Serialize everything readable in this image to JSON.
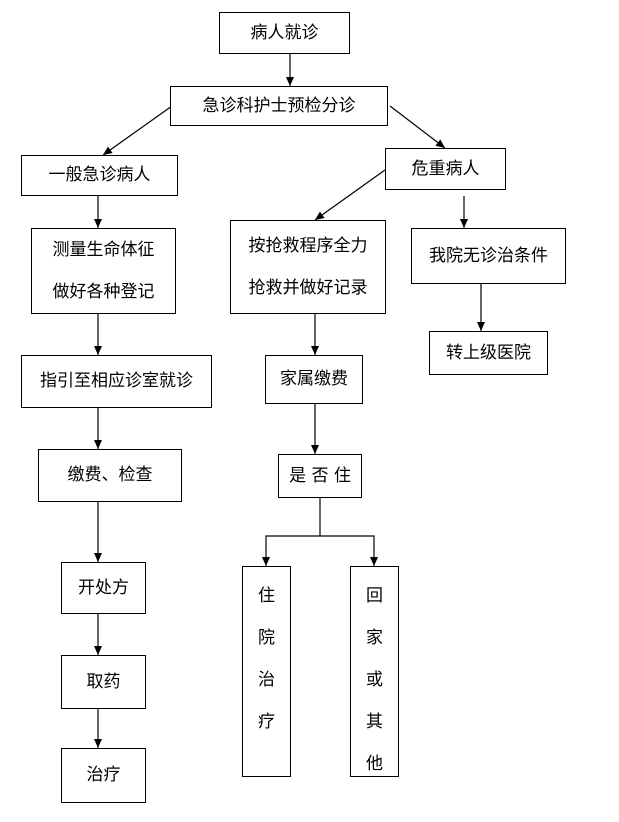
{
  "nodes": {
    "patient_visit": "病人就诊",
    "triage": "急诊科护士预检分诊",
    "general_patient": "一般急诊病人",
    "critical_patient": "危重病人",
    "measure_vitals": [
      "测量生命体征",
      "做好各种登记"
    ],
    "rescue_procedure": [
      "按抢救程序全力",
      "抢救并做好记录"
    ],
    "no_conditions": "我院无诊治条件",
    "guide_clinic": "指引至相应诊室就诊",
    "family_pay": "家属缴费",
    "transfer_higher": "转上级医院",
    "pay_check": "缴费、检查",
    "hospitalize_q": "是 否 住",
    "prescribe": "开处方",
    "inpatient": [
      "住",
      "院",
      "治",
      "疗"
    ],
    "go_home": [
      "回",
      "家",
      "或",
      "其",
      "他"
    ],
    "get_medicine": "取药",
    "treatment": "治疗"
  }
}
